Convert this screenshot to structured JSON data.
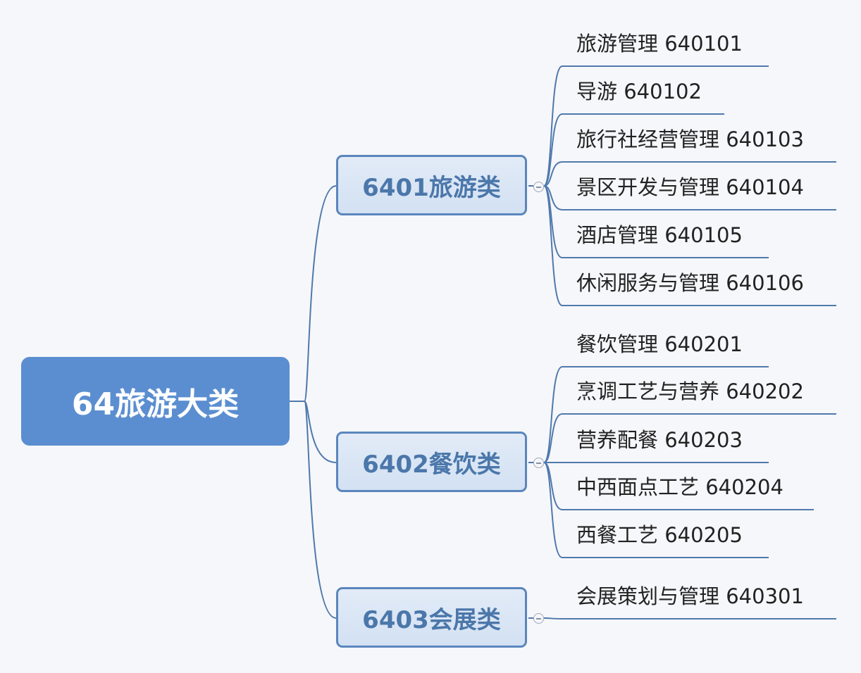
{
  "root": {
    "label": "64旅游大类"
  },
  "branches": [
    {
      "label": "6401旅游类",
      "leaves": [
        "旅游管理 640101",
        "导游 640102",
        "旅行社经营管理 640103",
        "景区开发与管理 640104",
        "酒店管理 640105",
        "休闲服务与管理 640106"
      ]
    },
    {
      "label": "6402餐饮类",
      "leaves": [
        "餐饮管理 640201",
        "烹调工艺与营养 640202",
        "营养配餐 640203",
        "中西面点工艺 640204",
        "西餐工艺 640205"
      ]
    },
    {
      "label": "6403会展类",
      "leaves": [
        "会展策划与管理 640301"
      ]
    }
  ],
  "colors": {
    "root": "#5b8ed0",
    "branch_text": "#4b77aa",
    "line": "#4f79ad"
  }
}
